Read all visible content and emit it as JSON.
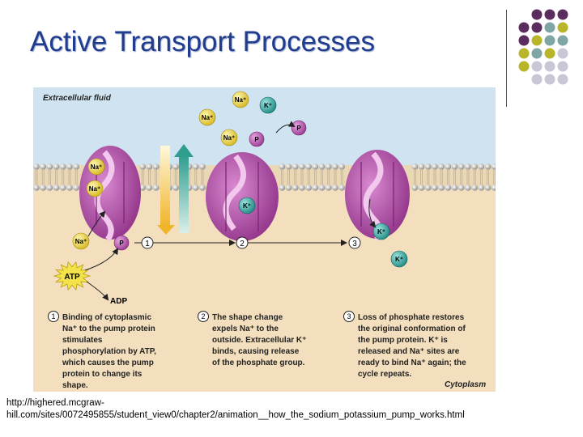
{
  "slide": {
    "title": "Active Transport Processes",
    "source_url_line1": "http://highered.mcgraw-",
    "source_url_line2": "hill.com/sites/0072495855/student_view0/chapter2/animation__how_the_sodium_potassium_pump_works.html"
  },
  "colors": {
    "title": "#1f3c8f",
    "dot_purple": "#5b2c5e",
    "dot_teal": "#7fa5a5",
    "dot_olive": "#b9b52a",
    "dot_lavender": "#c9c6d6",
    "extracellular": "#cfe3f1",
    "cytoplasm": "#f3dfbd",
    "pump": "#a64d9e",
    "sodium": "#e7d24a",
    "potassium": "#3aa6a0",
    "phosphate": "#b25cab"
  },
  "diagram": {
    "extracellular_label": "Extracellular fluid",
    "cytoplasm_label": "Cytoplasm",
    "ions": {
      "na": "Na⁺",
      "k": "K⁺",
      "p": "P"
    },
    "atp": "ATP",
    "adp": "ADP",
    "step_numbers": [
      "1",
      "2",
      "3"
    ],
    "steps": [
      {
        "number": "1",
        "lines": [
          "Binding of cytoplasmic",
          "Na⁺ to the pump protein",
          "stimulates",
          "phosphorylation by ATP,",
          "which causes the pump",
          "protein to change its",
          "shape."
        ]
      },
      {
        "number": "2",
        "lines": [
          "The shape change",
          "expels Na⁺ to the",
          "outside. Extracellular K⁺",
          "binds, causing release",
          "of the phosphate group."
        ]
      },
      {
        "number": "3",
        "lines": [
          "Loss of phosphate restores",
          "the original conformation of",
          "the pump protein. K⁺ is",
          "released and Na⁺ sites are",
          "ready to bind Na⁺ again; the",
          "cycle repeats."
        ]
      }
    ]
  }
}
